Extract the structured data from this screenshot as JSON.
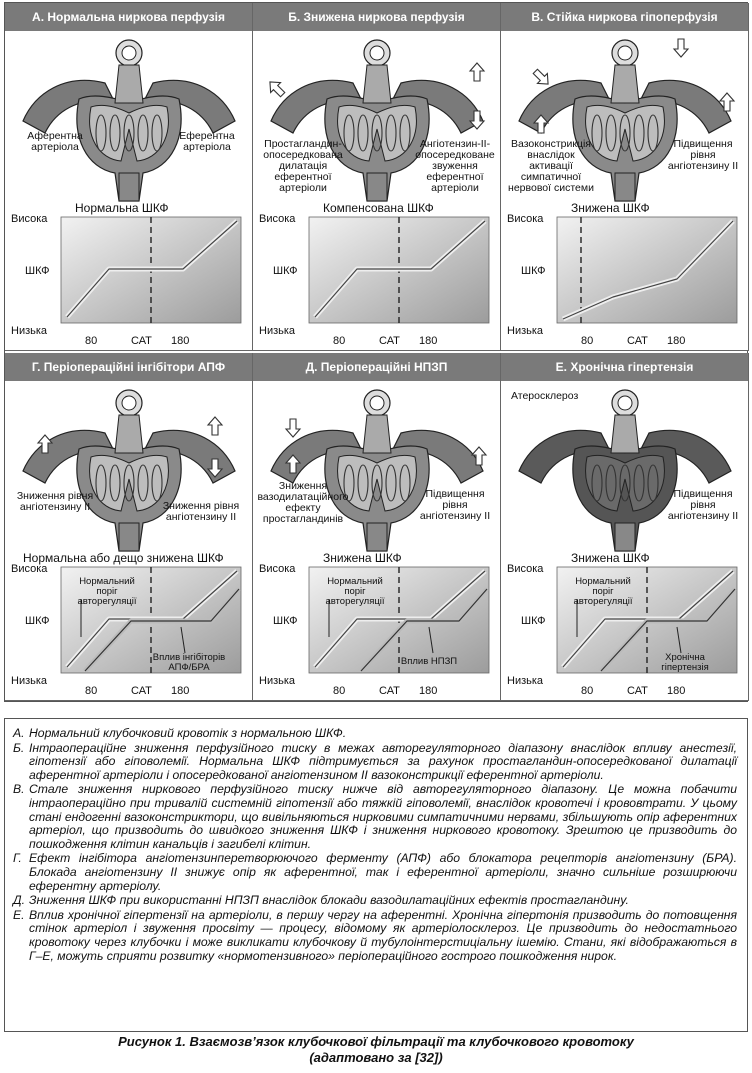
{
  "panels": [
    {
      "header": "А.  Нормальна ниркова перфузія",
      "left_label": [
        "Аферентна",
        "артеріола"
      ],
      "right_label": [
        "Еферентна",
        "артеріола"
      ],
      "graph_title": "Нормальна ШКФ",
      "y_high": "Висока",
      "y_mid": "ШКФ",
      "y_low": "Низька",
      "x_ticks": [
        "80",
        "САТ",
        "180"
      ],
      "arrows": "none",
      "shade": "light"
    },
    {
      "header": "Б. Знижена ниркова перфузія",
      "left_label": [
        "Простагландин-",
        "опосередкована",
        "дилатація",
        "еферентної",
        "артеріоли"
      ],
      "right_label": [
        "Ангіотензин-II-",
        "опосередковане",
        "звуження",
        "еферентної",
        "артеріоли"
      ],
      "graph_title": "Компенсована ШКФ",
      "y_high": "Висока",
      "y_mid": "ШКФ",
      "y_low": "Низька",
      "x_ticks": [
        "80",
        "САТ",
        "180"
      ],
      "arrows": "b",
      "shade": "light"
    },
    {
      "header": "В.  Стійка ниркова гіпоперфузія",
      "left_label": [
        "Вазоконстрикція",
        "внаслідок",
        "активації",
        "симпатичної",
        "нервової системи"
      ],
      "right_label": [
        "Підвищення",
        "рівня",
        "ангіотензину II"
      ],
      "graph_title": "Знижена ШКФ",
      "y_high": "Висока",
      "y_mid": "ШКФ",
      "y_low": "Низька",
      "x_ticks": [
        "80",
        "САТ",
        "180"
      ],
      "arrows": "c",
      "shade": "light"
    },
    {
      "header": "Г.  Періопераційні інгібітори АПФ",
      "left_label": [
        "Зниження рівня",
        "ангіотензину II"
      ],
      "right_label": [
        "Зниження рівня",
        "ангіотензину II"
      ],
      "graph_title": "Нормальна або дещо знижена ШКФ",
      "y_high": "Висока",
      "y_mid": "ШКФ",
      "y_low": "Низька",
      "x_ticks": [
        "80",
        "САТ",
        "180"
      ],
      "note_threshold": [
        "Нормальний",
        "поріг",
        "авторегуляції"
      ],
      "note_effect": [
        "Вплив інгібіторів",
        "АПФ/БРА"
      ],
      "arrows": "d",
      "shade": "light"
    },
    {
      "header": "Д.  Періопераційні НПЗП",
      "left_label": [
        "Зниження",
        "вазодилатаційного",
        "ефекту",
        "простагландинів"
      ],
      "right_label": [
        "Підвищення",
        "рівня",
        "ангіотензину II"
      ],
      "graph_title": "Знижена ШКФ",
      "y_high": "Висока",
      "y_mid": "ШКФ",
      "y_low": "Низька",
      "x_ticks": [
        "80",
        "САТ",
        "180"
      ],
      "note_threshold": [
        "Нормальний",
        "поріг",
        "авторегуляції"
      ],
      "note_effect": [
        "Вплив НПЗП"
      ],
      "arrows": "e",
      "shade": "light"
    },
    {
      "header": "Е. Хронічна гіпертензія",
      "top_label": "Атеросклероз",
      "right_label": [
        "Підвищення",
        "рівня",
        "ангіотензину II"
      ],
      "graph_title": "Знижена ШКФ",
      "y_high": "Висока",
      "y_mid": "ШКФ",
      "y_low": "Низька",
      "x_ticks": [
        "80",
        "САТ",
        "180"
      ],
      "note_threshold": [
        "Нормальний",
        "поріг",
        "авторегуляції"
      ],
      "note_effect": [
        "Хронічна",
        "гіпертензія"
      ],
      "arrows": "none",
      "shade": "dark"
    }
  ],
  "caption": [
    {
      "letter": "А.",
      "text": "Нормальний клубочковий кровотік з нормальною ШКФ."
    },
    {
      "letter": "Б.",
      "text": "Інтраопераційне зниження перфузійного тиску в межах авторегуляторного діапазону внаслідок впливу анестезії, гіпотензії або гіповолемії. Нормальна ШКФ підтримується за рахунок простагландин-опосередкованої дилатації аферентної артеріоли і опосередкованої ангіотензином II вазоконстрикції еферентної артеріоли."
    },
    {
      "letter": "В.",
      "text": "Стале зниження ниркового перфузійного тиску нижче від авторегуляторного діапазону. Це можна побачити інтраопераційно при тривалій системній гіпотензії або тяжкій гіповолемії, внаслідок кровотечі і крововтрати. У цьому стані ендогенні вазоконстриктори, що вивільняються нирковими симпатичними нервами, збільшують опір аферентних артеріол, що призводить до швидкого зниження ШКФ і зниження ниркового кровотоку. Зрештою це призводить до пошкодження клітин канальців і загибелі клітин."
    },
    {
      "letter": "Г.",
      "text": "Ефект інгібітора ангіотензинперетворюючого ферменту (АПФ) або блокатора рецепторів ангіотензину (БРА). Блокада ангіотензину II знижує опір як аферентної, так і еферентної артеріоли, значно сильніше розширюючи еферентну артеріолу."
    },
    {
      "letter": "Д.",
      "text": "Зниження ШКФ при використанні НПЗП внаслідок блокади вазодилатаційних ефектів простагландину."
    },
    {
      "letter": "Е.",
      "text": "Вплив хронічної гіпертензії на артеріоли, в першу чергу на аферентні. Хронічна гіпертонія призводить до потовщення стінок артеріол і звуження просвіту — процесу, відомому як артеріолосклероз. Це призводить до недостатнього кровотоку через клубочки і може викликати клубочкову й тубулоінтерстиціальну ішемію. Стани, які відображаються в Г–Е, можуть сприяти розвитку «нормотензивного» періопераційного гострого пошкодження нирок."
    }
  ],
  "figure_title_line1": "Рисунок 1. Взаємозв’язок клубочкової фільтрації та клубочкового кровотоку",
  "figure_title_line2": "(адаптовано за [32])"
}
